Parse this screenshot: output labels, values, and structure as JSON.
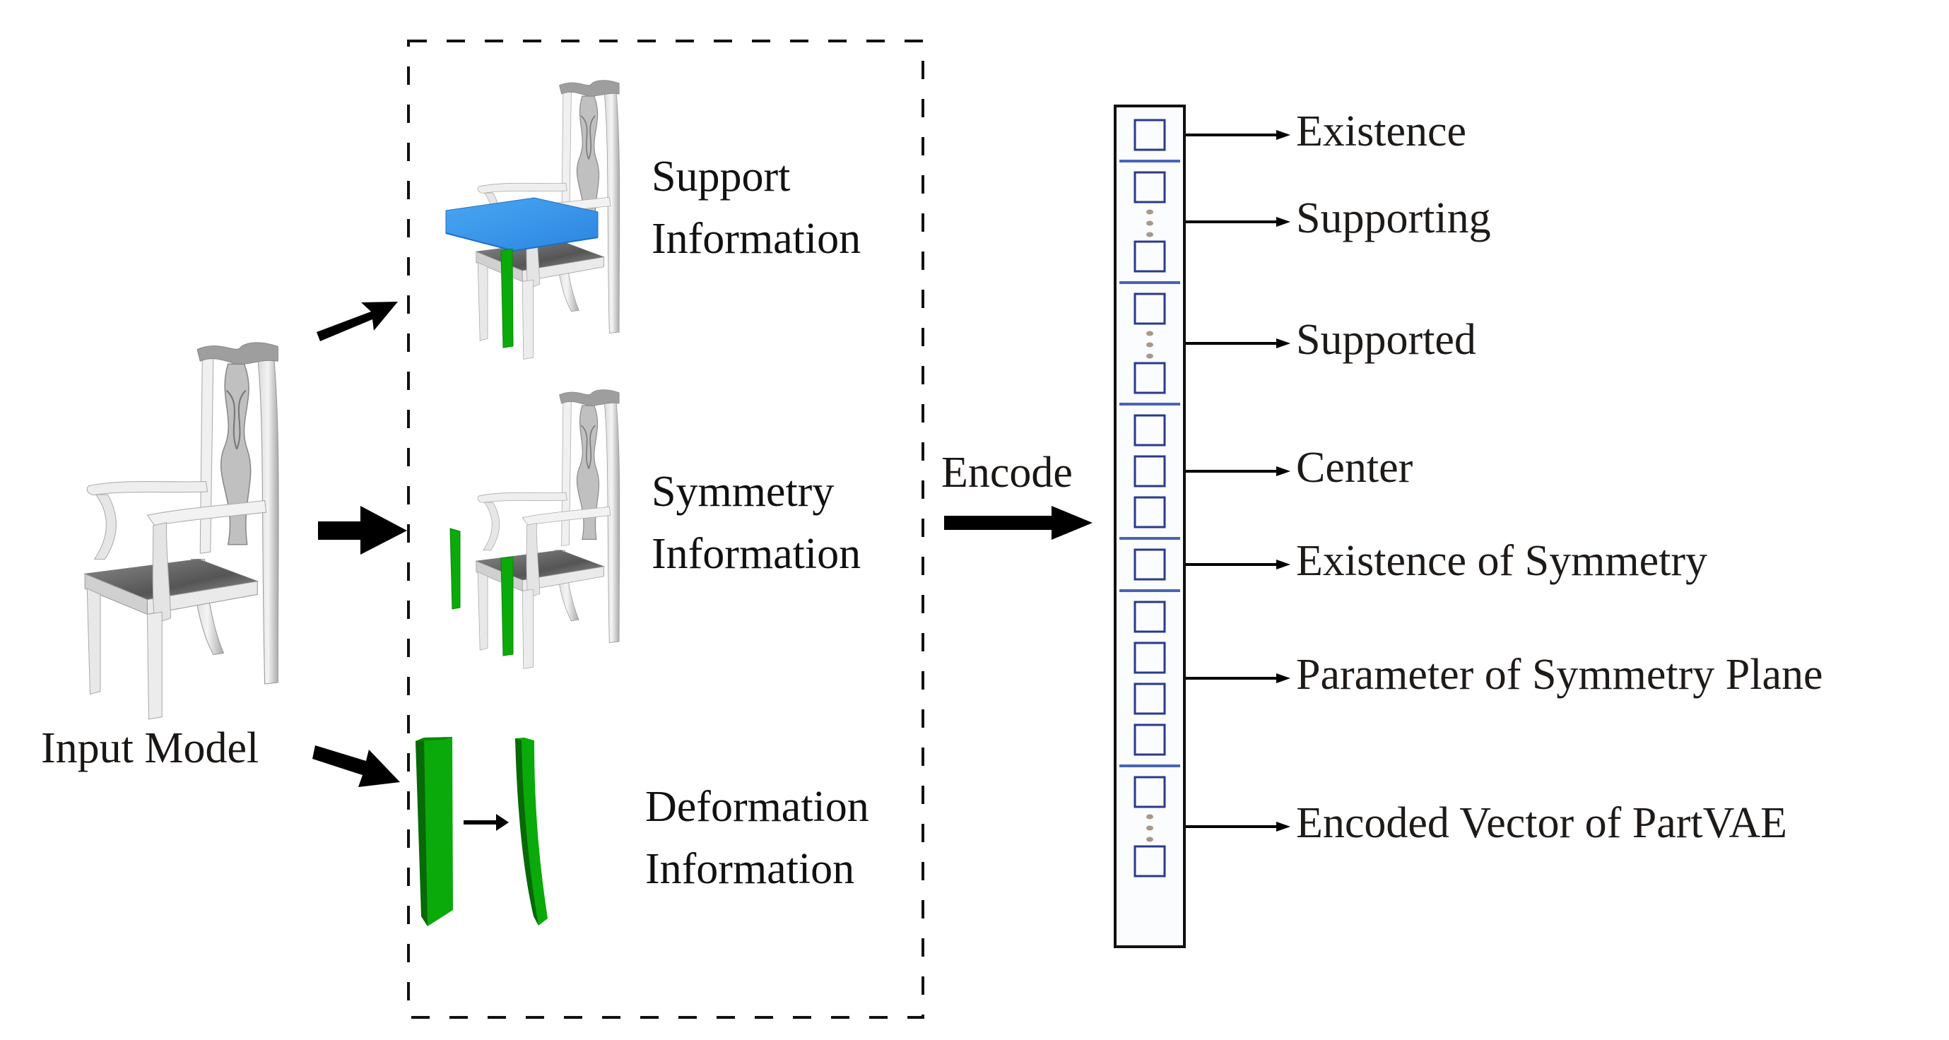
{
  "input": {
    "label": "Input Model"
  },
  "panels": [
    {
      "id": "support",
      "line1": "Support",
      "line2": "Information"
    },
    {
      "id": "symmetry",
      "line1": "Symmetry",
      "line2": "Information"
    },
    {
      "id": "deformation",
      "line1": "Deformation",
      "line2": "Information"
    }
  ],
  "encode": {
    "label": "Encode"
  },
  "vector": {
    "fields": [
      {
        "label": "Existence",
        "cells": 1,
        "ellipsis": false
      },
      {
        "label": "Supporting",
        "cells": 2,
        "ellipsis": true
      },
      {
        "label": "Supported",
        "cells": 2,
        "ellipsis": true
      },
      {
        "label": "Center",
        "cells": 3,
        "ellipsis": false
      },
      {
        "label": "Existence of Symmetry",
        "cells": 1,
        "ellipsis": false
      },
      {
        "label": "Parameter of Symmetry Plane",
        "cells": 4,
        "ellipsis": false
      },
      {
        "label": "Encoded Vector of PartVAE",
        "cells": 2,
        "ellipsis": true
      }
    ]
  },
  "colors": {
    "highlight_blue": "#3399f0",
    "highlight_green": "#0aaa0a",
    "cell_border": "#2a3a8c",
    "divider": "#4a64b4",
    "ellipsis_dot": "#a89888"
  }
}
